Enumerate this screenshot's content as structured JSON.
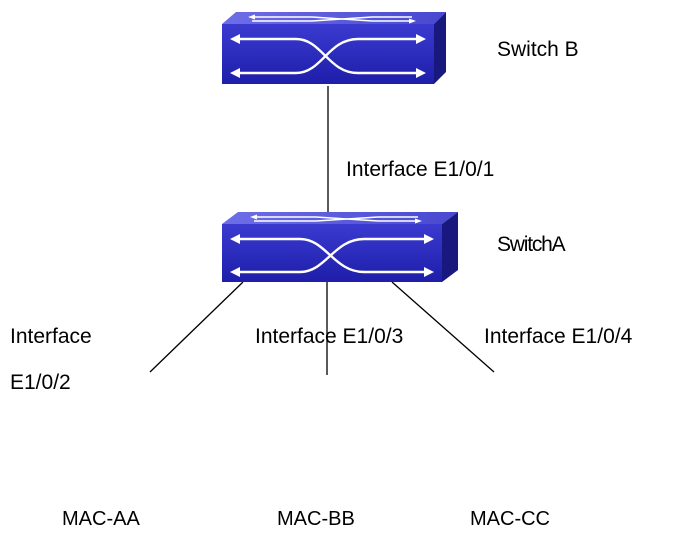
{
  "diagram": {
    "switch_b": {
      "label": "Switch B",
      "icon": "network-switch-icon"
    },
    "switch_a": {
      "label": "SwitchA",
      "icon": "network-switch-icon"
    },
    "uplink": {
      "label": "Interface E1/0/1"
    },
    "ports": [
      {
        "label_line1": "Interface",
        "label_line2": "E1/0/2",
        "host": "MAC-AA"
      },
      {
        "label": "Interface E1/0/3",
        "host": "MAC-BB"
      },
      {
        "label": "Interface E1/0/4",
        "host": "MAC-CC"
      }
    ],
    "colors": {
      "switch_face": "#2a2ab8",
      "switch_top": "#5a5ae0",
      "switch_side": "#16167a",
      "arrows": "#ffffff",
      "lines": "#000000"
    }
  }
}
